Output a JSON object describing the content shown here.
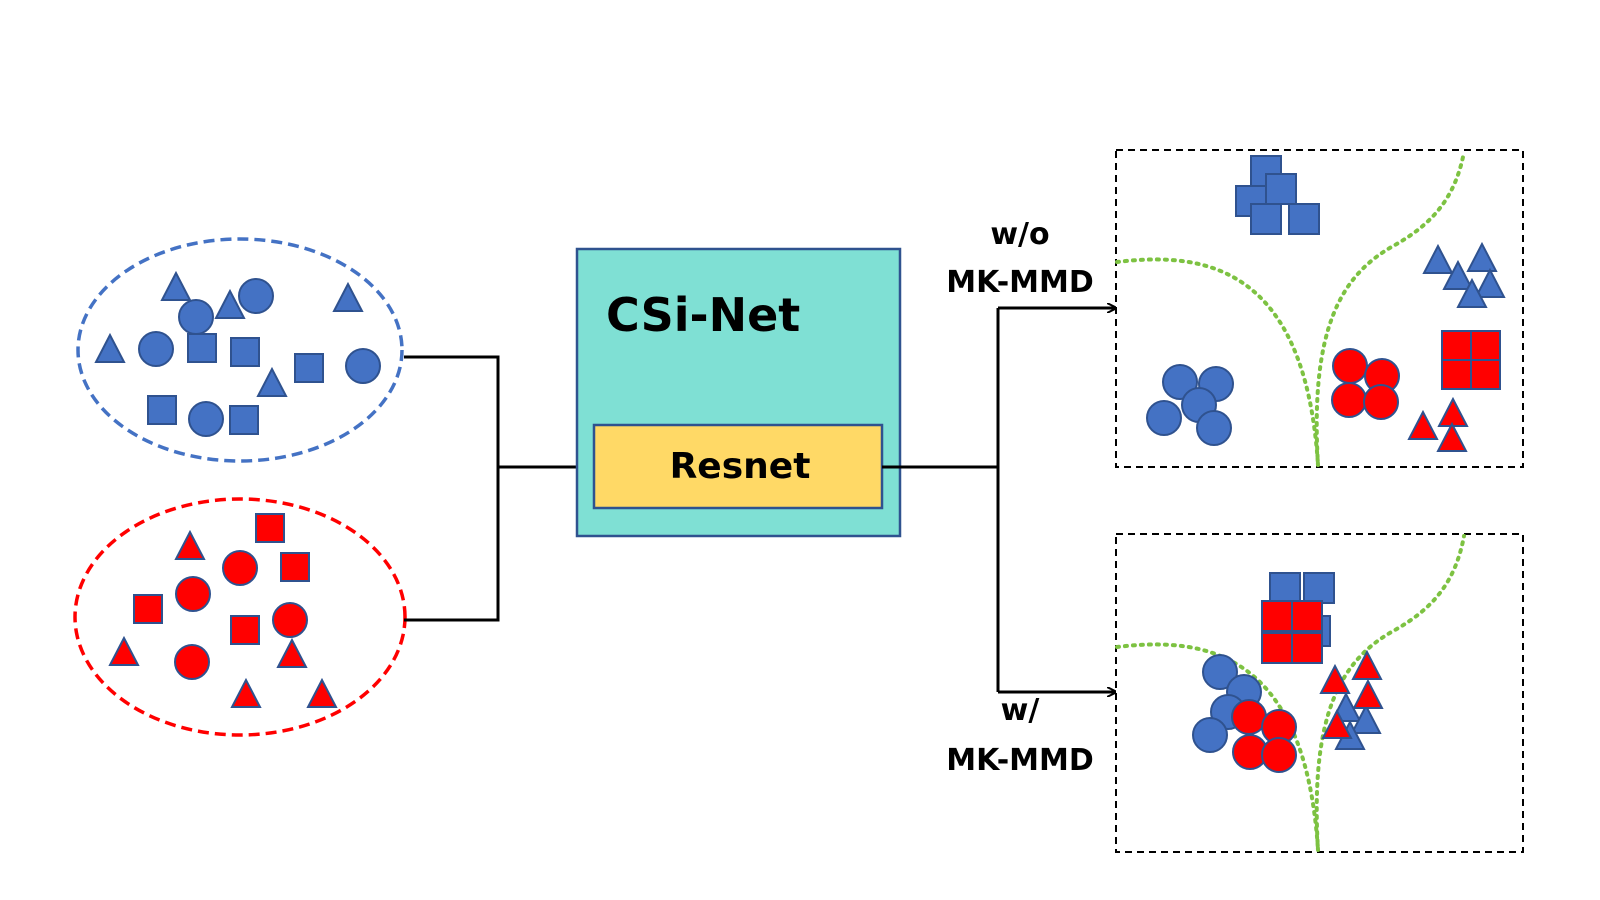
{
  "network": {
    "title": "CSi-Net",
    "block_label": "Resnet"
  },
  "branches": {
    "top": {
      "line1": "w/o",
      "line2": "MK-MMD"
    },
    "bottom": {
      "line1": "w/",
      "line2": "MK-MMD"
    }
  },
  "colors": {
    "source_domain": "#4472C4",
    "target_domain": "#FF0000",
    "network_box": "#7FE0D4",
    "block_fill": "#FFD966",
    "decision_boundary": "#7DC242",
    "arrow": "#000000"
  },
  "icons": {
    "marker_shapes": [
      "triangle",
      "circle",
      "square"
    ]
  }
}
